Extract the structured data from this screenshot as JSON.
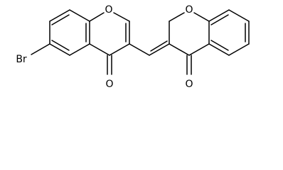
{
  "molecule": {
    "atoms": [
      {
        "id": "br",
        "label": "Br"
      },
      {
        "id": "o-ring-left",
        "label": "O"
      },
      {
        "id": "o-carbonyl-left",
        "label": "O"
      },
      {
        "id": "o-ring-right",
        "label": "O"
      },
      {
        "id": "o-carbonyl-right",
        "label": "O"
      }
    ],
    "colors": {
      "bond": "#000000",
      "label": "#000000",
      "background": "#ffffff"
    }
  }
}
